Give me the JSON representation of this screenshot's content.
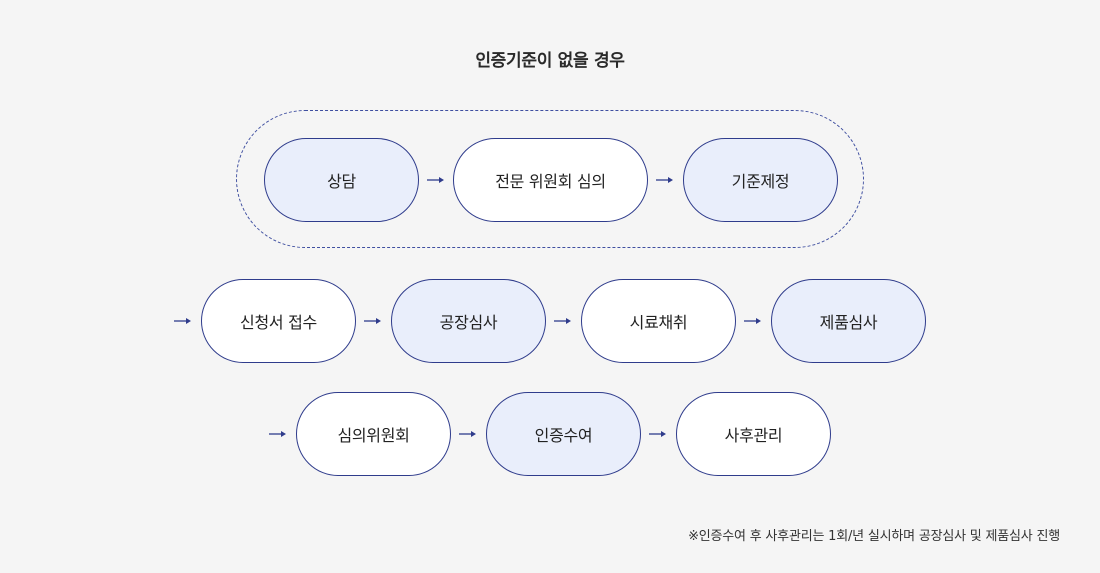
{
  "title": "인증기준이 없을 경우",
  "row1": {
    "steps": [
      "상담",
      "전문 위원회 심의",
      "기준제정"
    ]
  },
  "row2": {
    "steps": [
      "신청서 접수",
      "공장심사",
      "시료채취",
      "제품심사"
    ]
  },
  "row3": {
    "steps": [
      "심의위원회",
      "인증수여",
      "사후관리"
    ]
  },
  "note": "※인증수여 후 사후관리는 1회/년 실시하며 공장심사 및 제품심사 진행",
  "colors": {
    "outline": "#2f3c8c",
    "blue_fill": "#e9eefb",
    "arrow": "#2f3c8c"
  }
}
